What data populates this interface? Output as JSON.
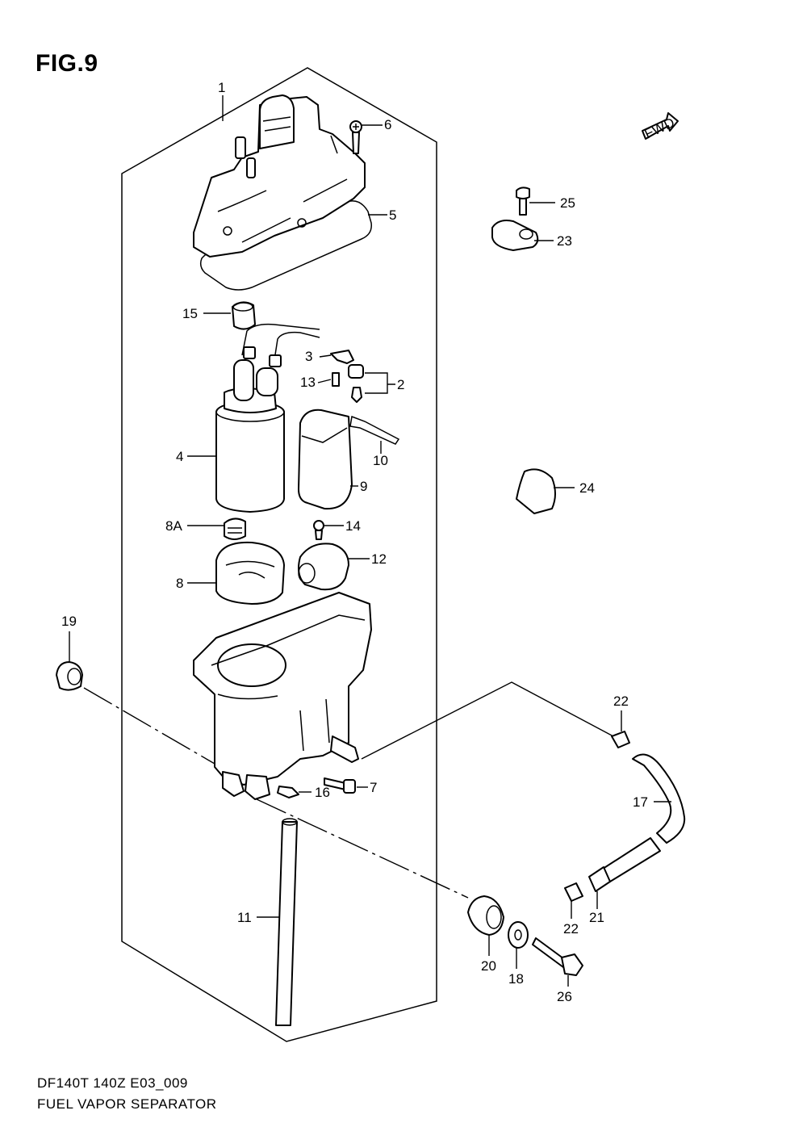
{
  "figure_title": "FIG.9",
  "caption": {
    "line1": "DF140T 140Z E03_009",
    "line2": "FUEL VAPOR SEPARATOR"
  },
  "fwd_label": "FWD",
  "callouts": {
    "p1": "1",
    "p2": "2",
    "p3": "3",
    "p4": "4",
    "p5": "5",
    "p6": "6",
    "p7": "7",
    "p8": "8",
    "p8a": "8A",
    "p9": "9",
    "p10": "10",
    "p11": "11",
    "p12": "12",
    "p13": "13",
    "p14": "14",
    "p15": "15",
    "p16": "16",
    "p17": "17",
    "p18": "18",
    "p19": "19",
    "p20": "20",
    "p21": "21",
    "p22a": "22",
    "p22b": "22",
    "p23": "23",
    "p24": "24",
    "p25": "25",
    "p26": "26"
  }
}
